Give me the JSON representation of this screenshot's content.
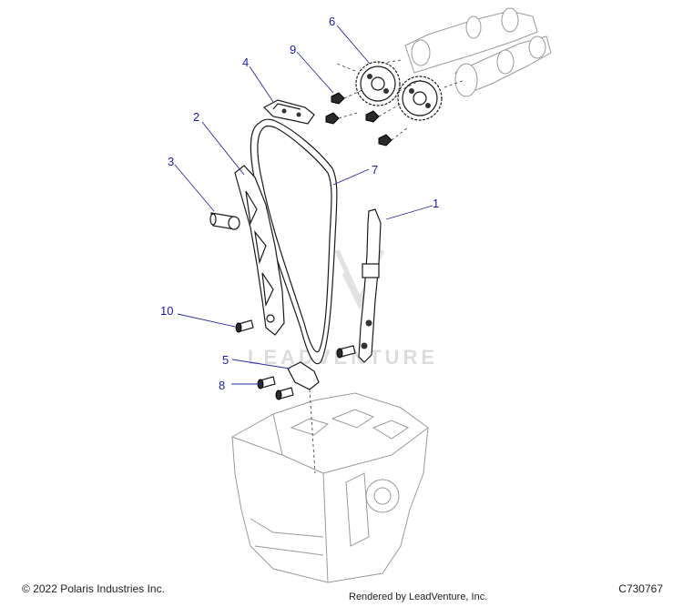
{
  "diagram": {
    "callouts": [
      {
        "id": "1",
        "label": "1"
      },
      {
        "id": "2",
        "label": "2"
      },
      {
        "id": "3",
        "label": "3"
      },
      {
        "id": "4",
        "label": "4"
      },
      {
        "id": "5",
        "label": "5"
      },
      {
        "id": "6",
        "label": "6"
      },
      {
        "id": "7",
        "label": "7"
      },
      {
        "id": "8",
        "label": "8"
      },
      {
        "id": "9",
        "label": "9"
      },
      {
        "id": "10",
        "label": "10"
      }
    ],
    "watermark": "LEADVENTURE",
    "colors": {
      "callout": "#1b1bb8",
      "line": "#1a1a1a",
      "ghost": "#9a9a9a"
    }
  },
  "footer": {
    "copyright": "© 2022 Polaris Industries Inc.",
    "rendered_by": "Rendered by LeadVenture, Inc.",
    "diagram_id": "C730767"
  }
}
